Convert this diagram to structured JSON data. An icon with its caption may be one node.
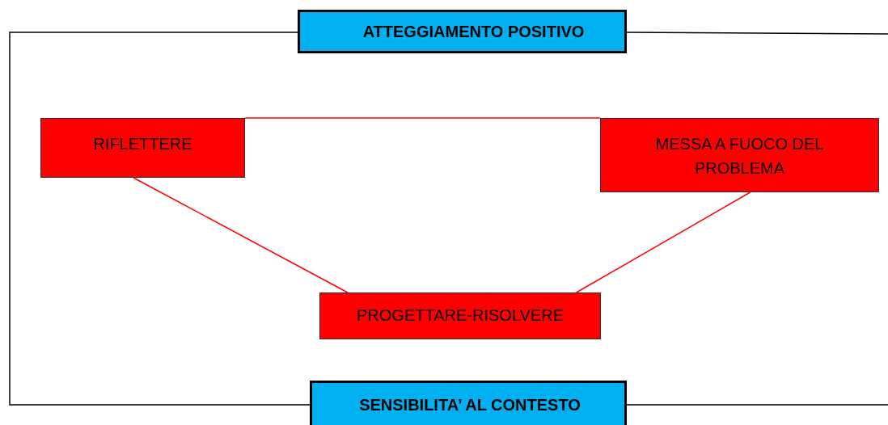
{
  "diagram": {
    "nodes": [
      {
        "text": [
          "ATTEGGIAMENTO POSITIVO"
        ]
      },
      {
        "text": [
          "RIFLETTERE"
        ]
      },
      {
        "text": [
          "MESSA A FUOCO DEL PROBLEMA"
        ]
      },
      {
        "text": [
          "PROGETTARE-RISOLVERE"
        ]
      },
      {
        "text": [
          "SENSIBILITA’ AL CONTESTO"
        ]
      }
    ],
    "edges": [
      {
        "from": 1,
        "to": 2,
        "arrow": "none",
        "color": "#ff0000"
      },
      {
        "from": 1,
        "to": 3,
        "arrow": "none",
        "color": "#ff0000"
      },
      {
        "from": 2,
        "to": 3,
        "arrow": "none",
        "color": "#ff0000"
      },
      {
        "from": 0,
        "to": 4,
        "arrow": "none",
        "color": "#000000"
      },
      {
        "from": 0,
        "to": null,
        "arrow": "none",
        "color": "#000000"
      },
      {
        "from": 4,
        "to": null,
        "arrow": "none",
        "color": "#000000"
      }
    ]
  }
}
